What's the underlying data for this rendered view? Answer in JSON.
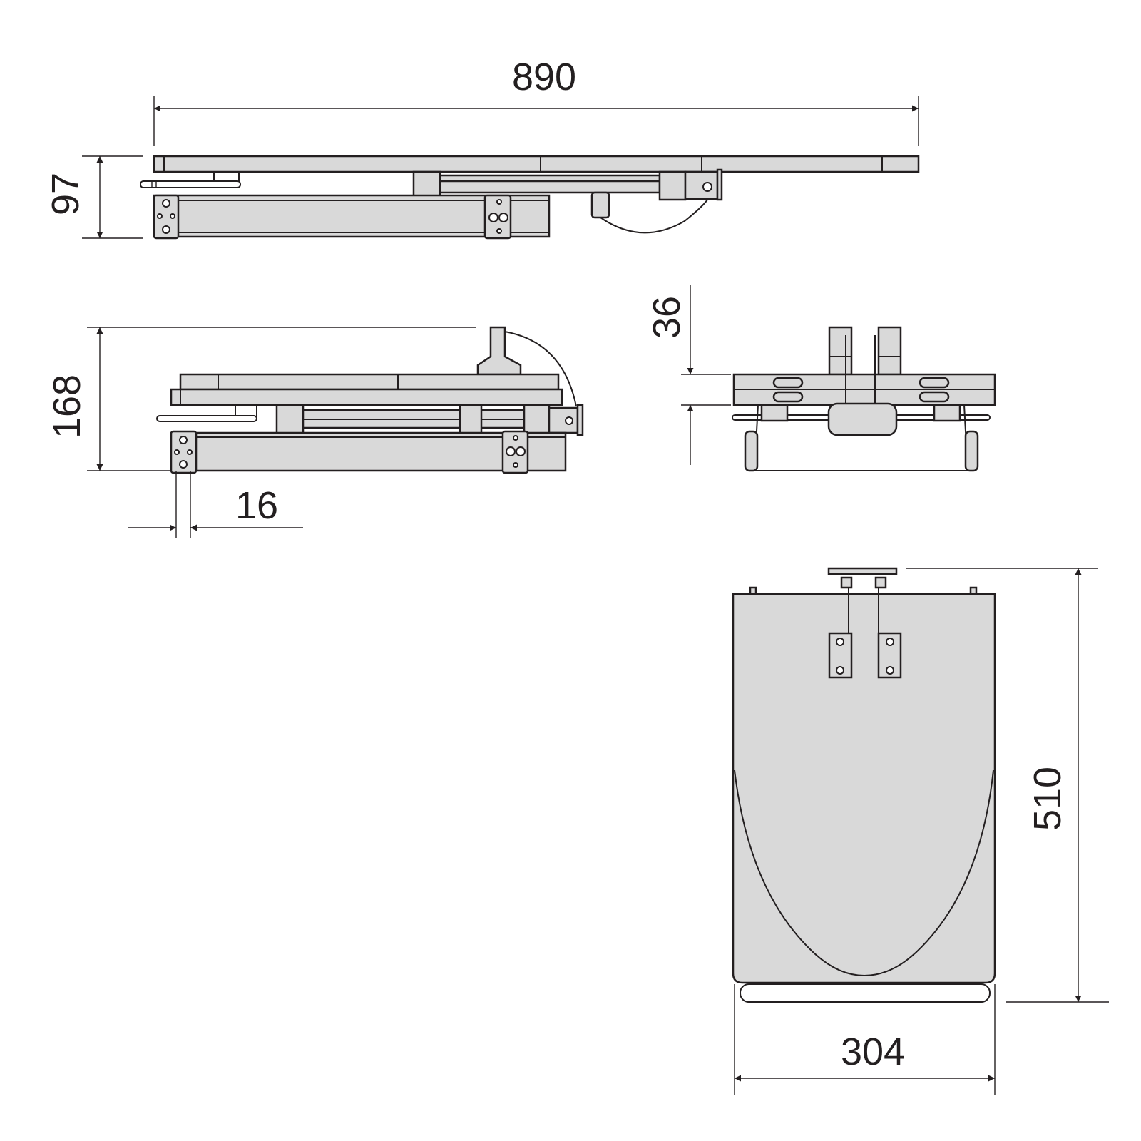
{
  "dimensions": {
    "overall_length": "890",
    "closed_height": "97",
    "open_height": "168",
    "offset": "16",
    "clearance": "36",
    "width": "304",
    "depth": "510"
  },
  "colors": {
    "part_fill": "#d9d9d9",
    "line": "#231f20"
  }
}
